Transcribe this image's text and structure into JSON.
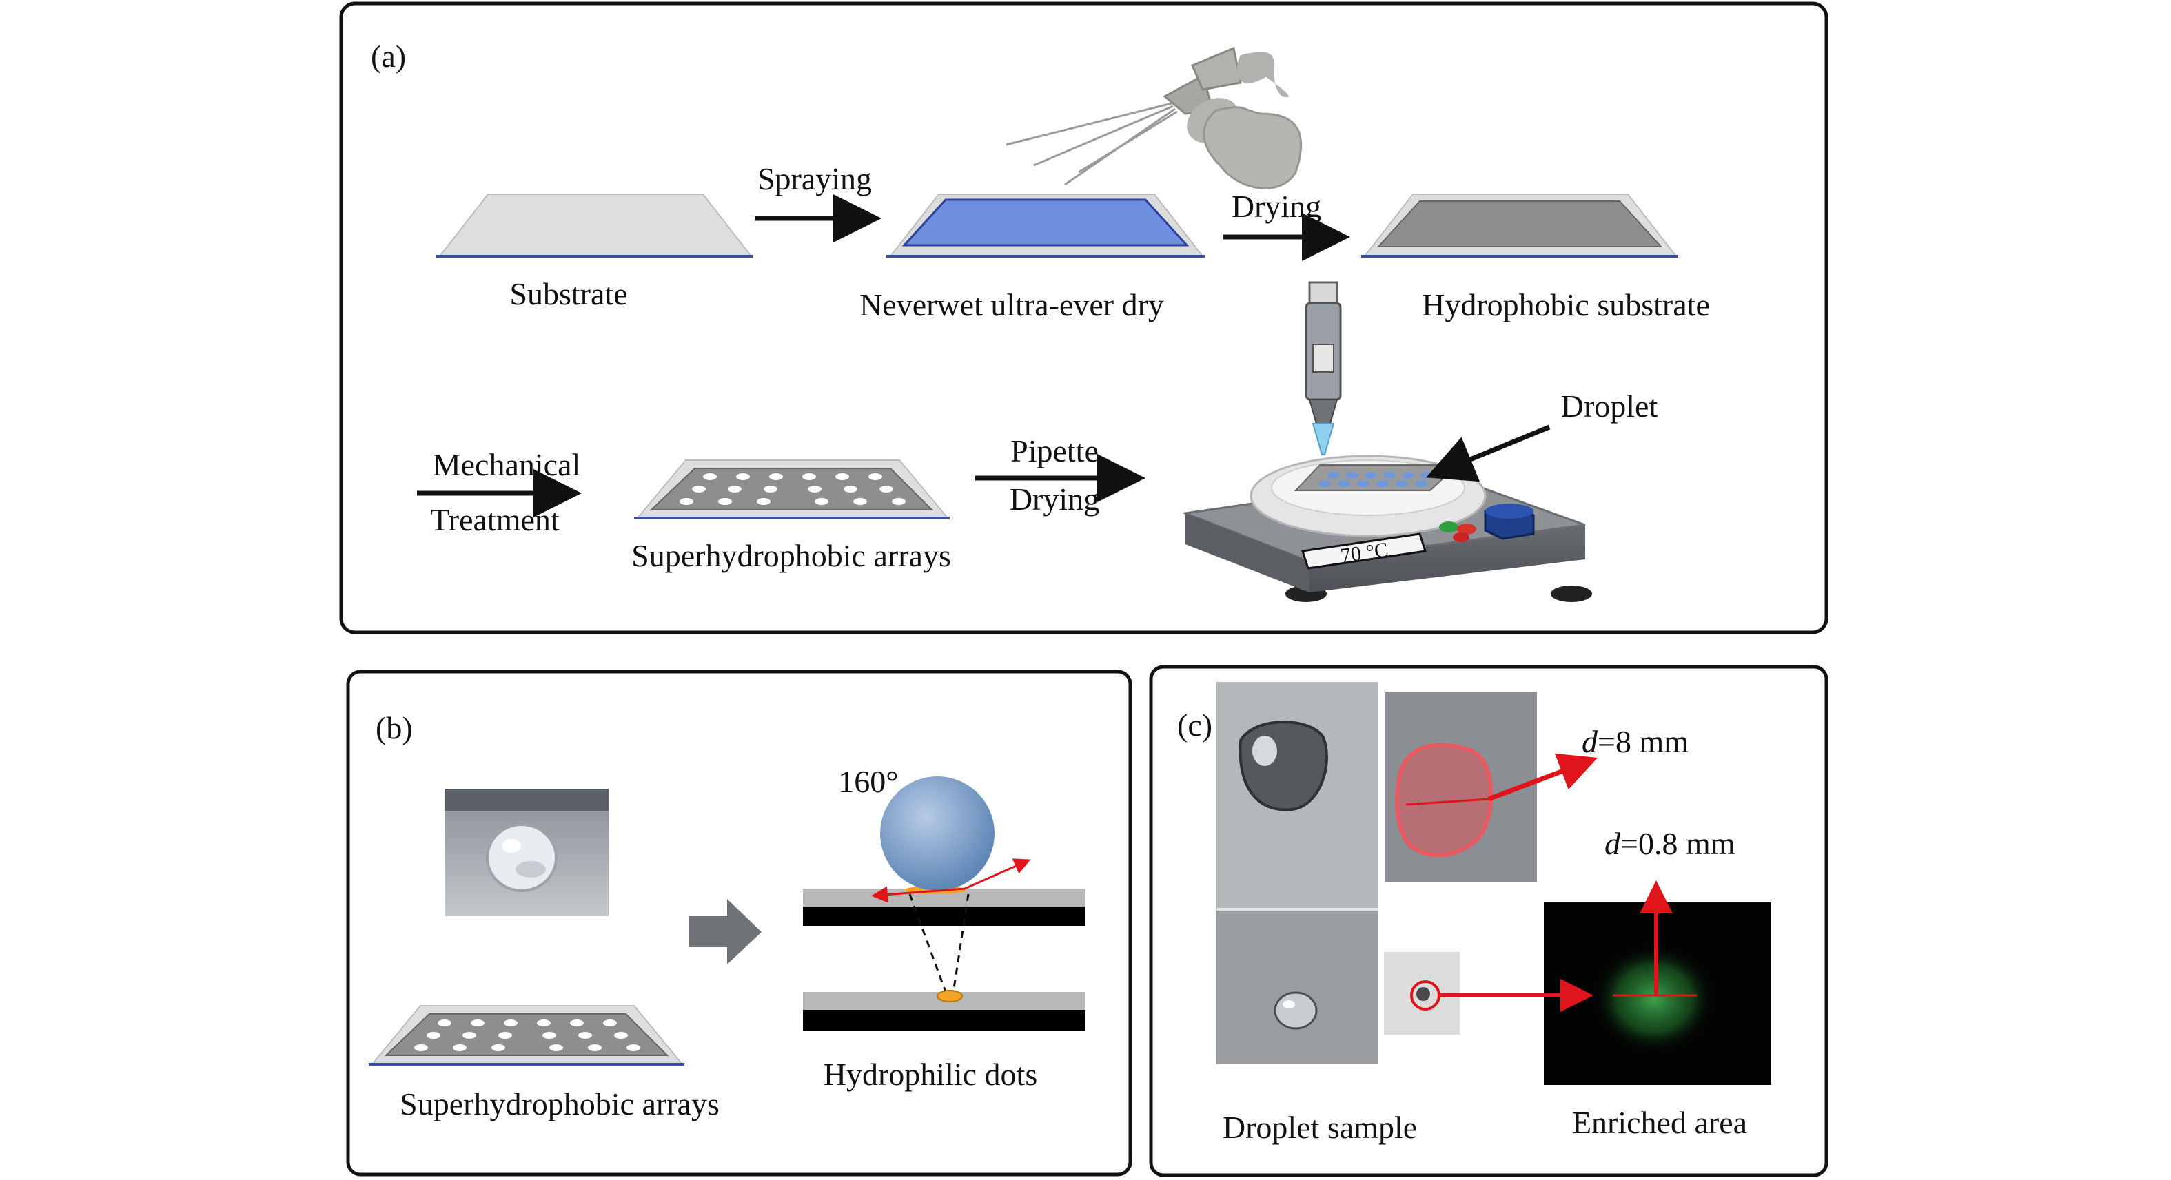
{
  "panels": {
    "a": {
      "tag": "(a)",
      "substrate": "Substrate",
      "spraying": "Spraying",
      "neverwet": "Neverwet ultra-ever dry",
      "drying": "Drying",
      "hydrophobic_substrate": "Hydrophobic substrate",
      "mechanical": "Mechanical",
      "treatment": "Treatment",
      "superhydrophobic_arrays": "Superhydrophobic arrays",
      "pipette": "Pipette",
      "drying2": "Drying",
      "droplet": "Droplet",
      "hotplate_temp": "70 °C"
    },
    "b": {
      "tag": "(b)",
      "angle": "160°",
      "superhydrophobic_arrays": "Superhydrophobic arrays",
      "hydrophilic_dots": "Hydrophilic dots"
    },
    "c": {
      "tag": "(c)",
      "d_italic": "d",
      "d1_value": "=8 mm",
      "d2_value": "=0.8 mm",
      "droplet_sample": "Droplet sample",
      "enriched_area": "Enriched area"
    }
  },
  "colors": {
    "frame": "#111111",
    "arrow": "#111111",
    "red_arrow": "#e0151b",
    "coating_blue": "#6f8fe0",
    "substrate_gray": "#d9d9d9",
    "hydrophobic_gray": "#8e8e8e",
    "droplet_blue": "#7ea6d8",
    "dot_orange": "#f3a428",
    "fluorescence_green": "#2f8f3a"
  }
}
